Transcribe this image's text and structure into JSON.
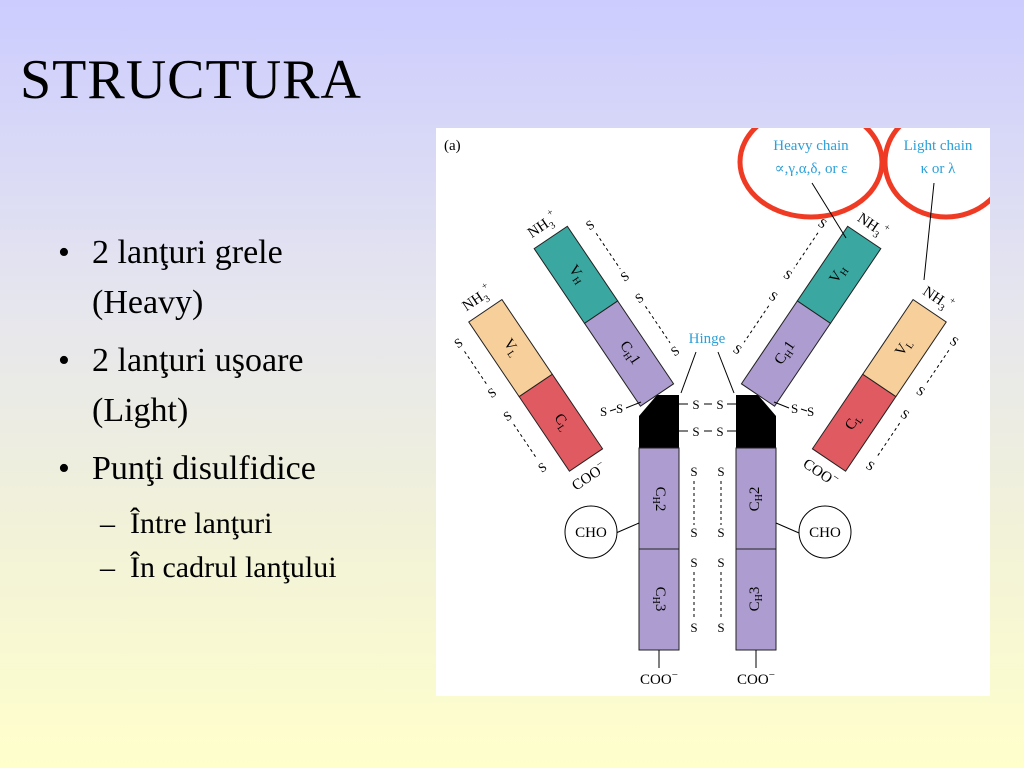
{
  "slide": {
    "title": "STRUCTURA",
    "bullets": [
      {
        "marker": "•",
        "lines": [
          "2 lanţuri grele",
          "(Heavy)"
        ]
      },
      {
        "marker": "•",
        "lines": [
          "2 lanţuri uşoare",
          "(Light)"
        ]
      },
      {
        "marker": "•",
        "lines": [
          "Punţi disulfidice"
        ]
      }
    ],
    "subbullets": [
      {
        "marker": "–",
        "text": "Între lanţuri"
      },
      {
        "marker": "–",
        "text": "În cadrul lanţului"
      }
    ]
  },
  "figure": {
    "panel_label": "(a)",
    "callouts": {
      "heavy_chain_title": "Heavy chain",
      "heavy_chain_types": "∝,γ,α,δ, or ε",
      "light_chain_title": "Light chain",
      "light_chain_types": "κ or λ"
    },
    "hinge": "Hinge",
    "terminal_labels": {
      "nh3_text": "NH",
      "nh3_sub": "3",
      "nh3_sup": "+",
      "coo_text": "COO",
      "coo_sup": "−"
    },
    "domains": {
      "v": "V",
      "c": "C",
      "sub_h": "H",
      "sub_l": "L",
      "n1": "1",
      "n2": "2",
      "n3": "3"
    },
    "cho": "CHO",
    "disulfide": "S",
    "colors": {
      "vh": "#3aa7a0",
      "vl": "#f7cf9b",
      "ch": "#ad9ccf",
      "cl": "#e05a62",
      "hinge": "#000000",
      "callout_text": "#2ca0d8",
      "callout_ring": "#ef3a24",
      "figure_bg": "#ffffff"
    }
  }
}
